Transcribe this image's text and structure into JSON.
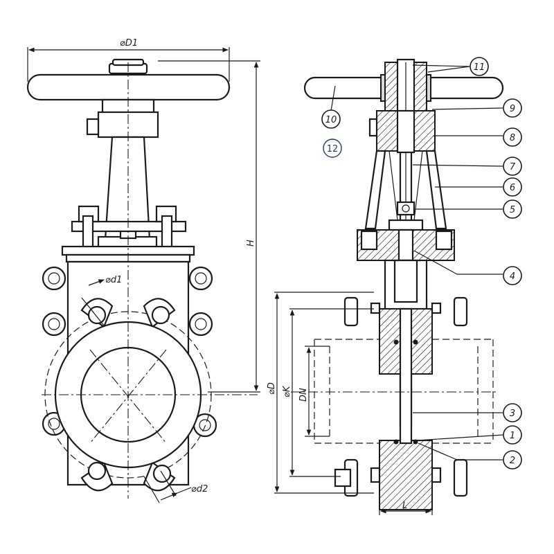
{
  "dimensions": {
    "D1": "⌀D1",
    "H": "H",
    "d1": "⌀d1",
    "d2": "⌀d2",
    "D": "⌀D",
    "K": "⌀K",
    "DN": "DN",
    "L": "L"
  },
  "callouts": [
    "11",
    "10",
    "9",
    "8",
    "7",
    "6",
    "5",
    "4",
    "3",
    "1",
    "2"
  ],
  "extra_label": "12"
}
